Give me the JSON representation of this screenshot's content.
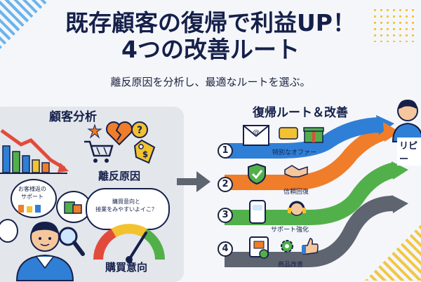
{
  "title": {
    "line1": "既存顧客の復帰で利益UP！",
    "line2": "4つの改善ルート"
  },
  "subtitle": "離反原因を分析し、最適なルートを選ぶ。",
  "analysis": {
    "heading": "顧客分析",
    "bubble_support": "お客様返の\nサポート",
    "bubble_question": "購買意向と\n接業をみやすいよイこ？",
    "churn_label": "離反原因",
    "intent_label": "購買意向"
  },
  "routes": {
    "heading": "復帰ルート＆改善",
    "items": [
      {
        "num": "1",
        "label": "特別なオファー",
        "color": "#2f7fd6"
      },
      {
        "num": "2",
        "label": "信頼回復",
        "color": "#ef7d2a"
      },
      {
        "num": "3",
        "label": "サポート強化",
        "color": "#52b04a"
      },
      {
        "num": "4",
        "label": "商品改善",
        "color": "#5e6470"
      }
    ],
    "goal": "リピー"
  },
  "icons": [
    "declining-chart-icon",
    "broken-heart-icon",
    "question-icon",
    "cart-icon",
    "price-tag-icon",
    "magnifier-icon",
    "gauge-icon",
    "envelope-icon",
    "gift-icon",
    "handshake-icon",
    "shield-icon",
    "phone-icon",
    "headset-icon",
    "box-icon",
    "thumbs-up-icon",
    "person-icon"
  ]
}
